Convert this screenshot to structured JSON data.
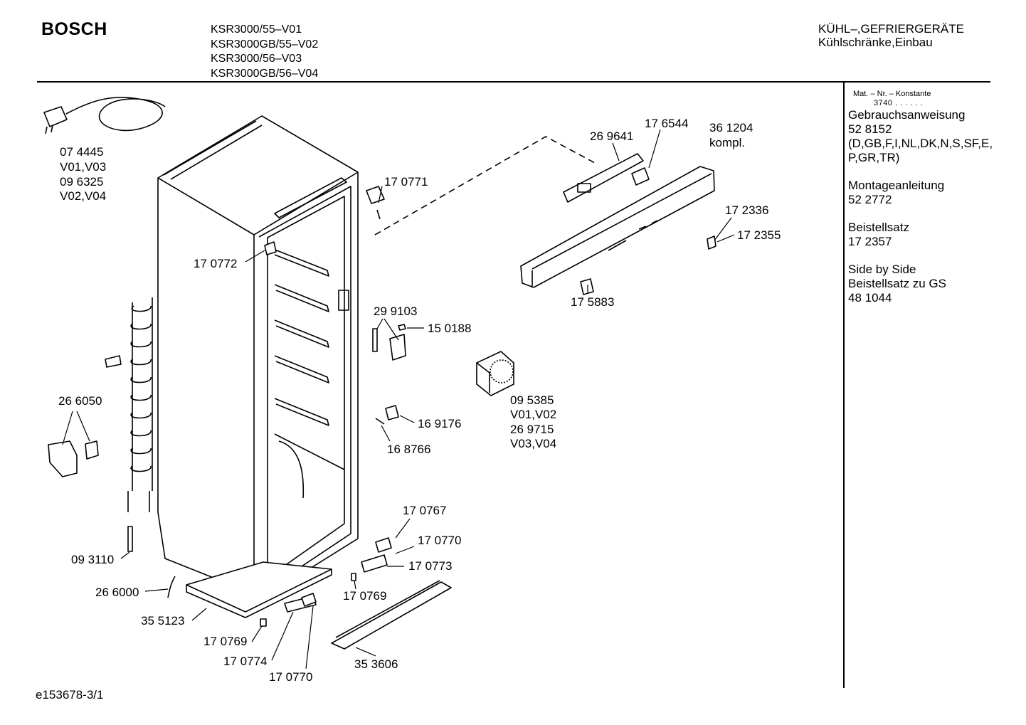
{
  "header": {
    "brand": "BOSCH",
    "models": [
      "KSR3000/55–V01",
      "KSR3000GB/55–V02",
      "KSR3000/56–V03",
      "KSR3000GB/56–V04"
    ],
    "category_line1": "KÜHL–,GEFRIERGERÄTE",
    "category_line2": "Kühlschränke,Einbau"
  },
  "sidebar": {
    "mat_label": "Mat. – Nr. – Konstante",
    "mat_value": "3740 . . . . . .",
    "blocks": [
      {
        "title": "Gebrauchsanweisung",
        "lines": [
          "52 8152",
          "(D,GB,F,I,NL,DK,N,S,SF,E,",
          "P,GR,TR)"
        ]
      },
      {
        "title": "Montageanleitung",
        "lines": [
          "52 2772"
        ]
      },
      {
        "title": "Beistellsatz",
        "lines": [
          "17 2357"
        ]
      },
      {
        "title": "Side by Side",
        "lines": [
          "Beistellsatz zu GS",
          "48 1044"
        ]
      }
    ]
  },
  "parts": {
    "p074445": "07 4445",
    "v01v03": "V01,V03",
    "p096325": "09 6325",
    "v02v04": "V02,V04",
    "p170771": "17 0771",
    "p170772": "17 0772",
    "p269641": "26 9641",
    "p176544": "17 6544",
    "p361204": "36 1204",
    "kompl": "kompl.",
    "p172336": "17 2336",
    "p172355": "17 2355",
    "p175883": "17 5883",
    "p299103": "29 9103",
    "p150188": "15 0188",
    "p095385": "09 5385",
    "v01v02": "V01,V02",
    "p269715": "26 9715",
    "v03v04": "V03,V04",
    "p169176": "16 9176",
    "p168766": "16 8766",
    "p266050": "26 6050",
    "p093110": "09 3110",
    "p266000": "26 6000",
    "p355123": "35 5123",
    "p170769a": "17 0769",
    "p170774": "17 0774",
    "p170770a": "17 0770",
    "p170767": "17 0767",
    "p170770b": "17 0770",
    "p170773": "17 0773",
    "p170769b": "17 0769",
    "p353606": "35 3606"
  },
  "footer": {
    "drawing_id": "e153678-3/1"
  }
}
